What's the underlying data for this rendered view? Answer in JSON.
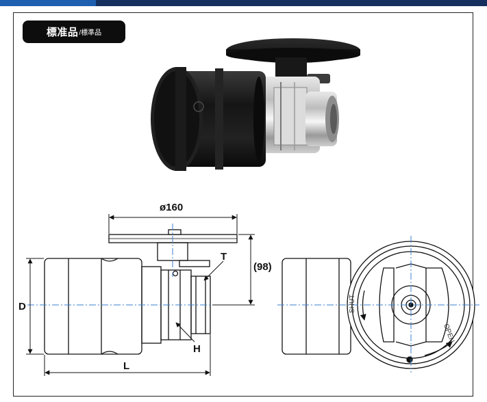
{
  "header": {
    "accent_color": "#15305e"
  },
  "badge": {
    "main": "標准品",
    "sub": "/標準品"
  },
  "dimensions": {
    "diameter": "ø160",
    "height": "(98)",
    "thread": "T",
    "hex": "H",
    "outer": "D",
    "length": "L"
  },
  "dial": {
    "shut": "SHUT",
    "open": "OPEN"
  }
}
